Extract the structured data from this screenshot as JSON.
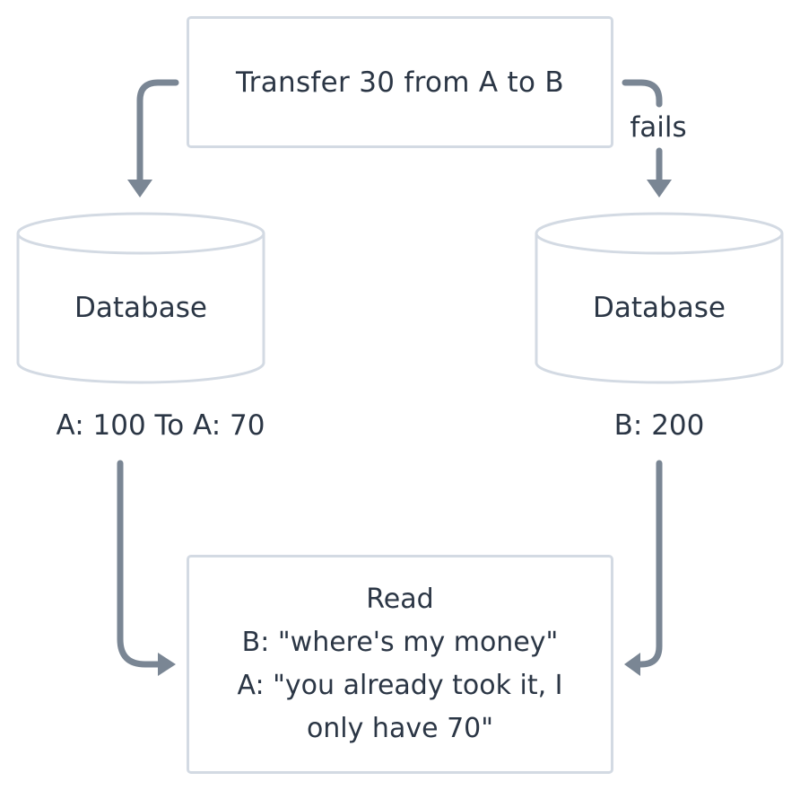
{
  "transfer": {
    "label": "Transfer 30 from A to B"
  },
  "fails_label": "fails",
  "db_left": {
    "label": "Database",
    "state": "A: 100 To A: 70"
  },
  "db_right": {
    "label": "Database",
    "state": "B: 200"
  },
  "read": {
    "lines": [
      "Read",
      "B: \"where's my money\"",
      "A: \"you already took it, I",
      "only have 70\""
    ]
  },
  "colors": {
    "arrow": "#7a8694",
    "outline": "#d3dae3",
    "text": "#2b3645"
  }
}
